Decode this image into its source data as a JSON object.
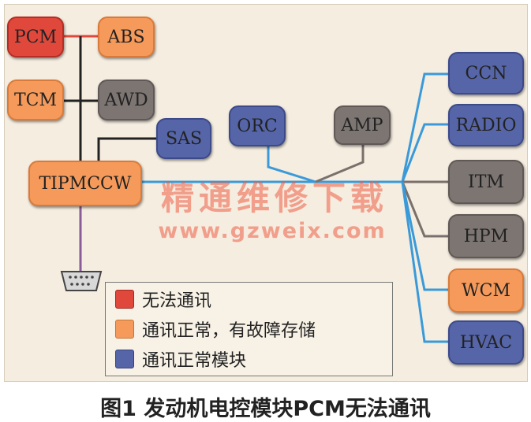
{
  "nodes": {
    "pcm": "PCM",
    "abs": "ABS",
    "tcm": "TCM",
    "awd": "AWD",
    "sas": "SAS",
    "tipm": "TIPMCCW",
    "orc": "ORC",
    "amp": "AMP",
    "ccn": "CCN",
    "radio": "RADIO",
    "itm": "ITM",
    "hpm": "HPM",
    "wcm": "WCM",
    "hvac": "HVAC"
  },
  "legend": {
    "no_comm": "无法通讯",
    "comm_with_fault": "通讯正常，有故障存储",
    "comm_ok": "通讯正常模块"
  },
  "watermark": {
    "cn": "精通维修下载",
    "url": "www.gzweix.com"
  },
  "caption": "图1 发动机电控模块PCM无法通讯",
  "colors": {
    "no_comm": "#e0483c",
    "fault": "#f59a5a",
    "ok": "#5565a8",
    "not_tested": "#7c7572",
    "bus_blue": "#3a9ad9",
    "bus_gray": "#7a706c",
    "bus_black": "#222222",
    "diag_purple": "#8a5c9a"
  }
}
